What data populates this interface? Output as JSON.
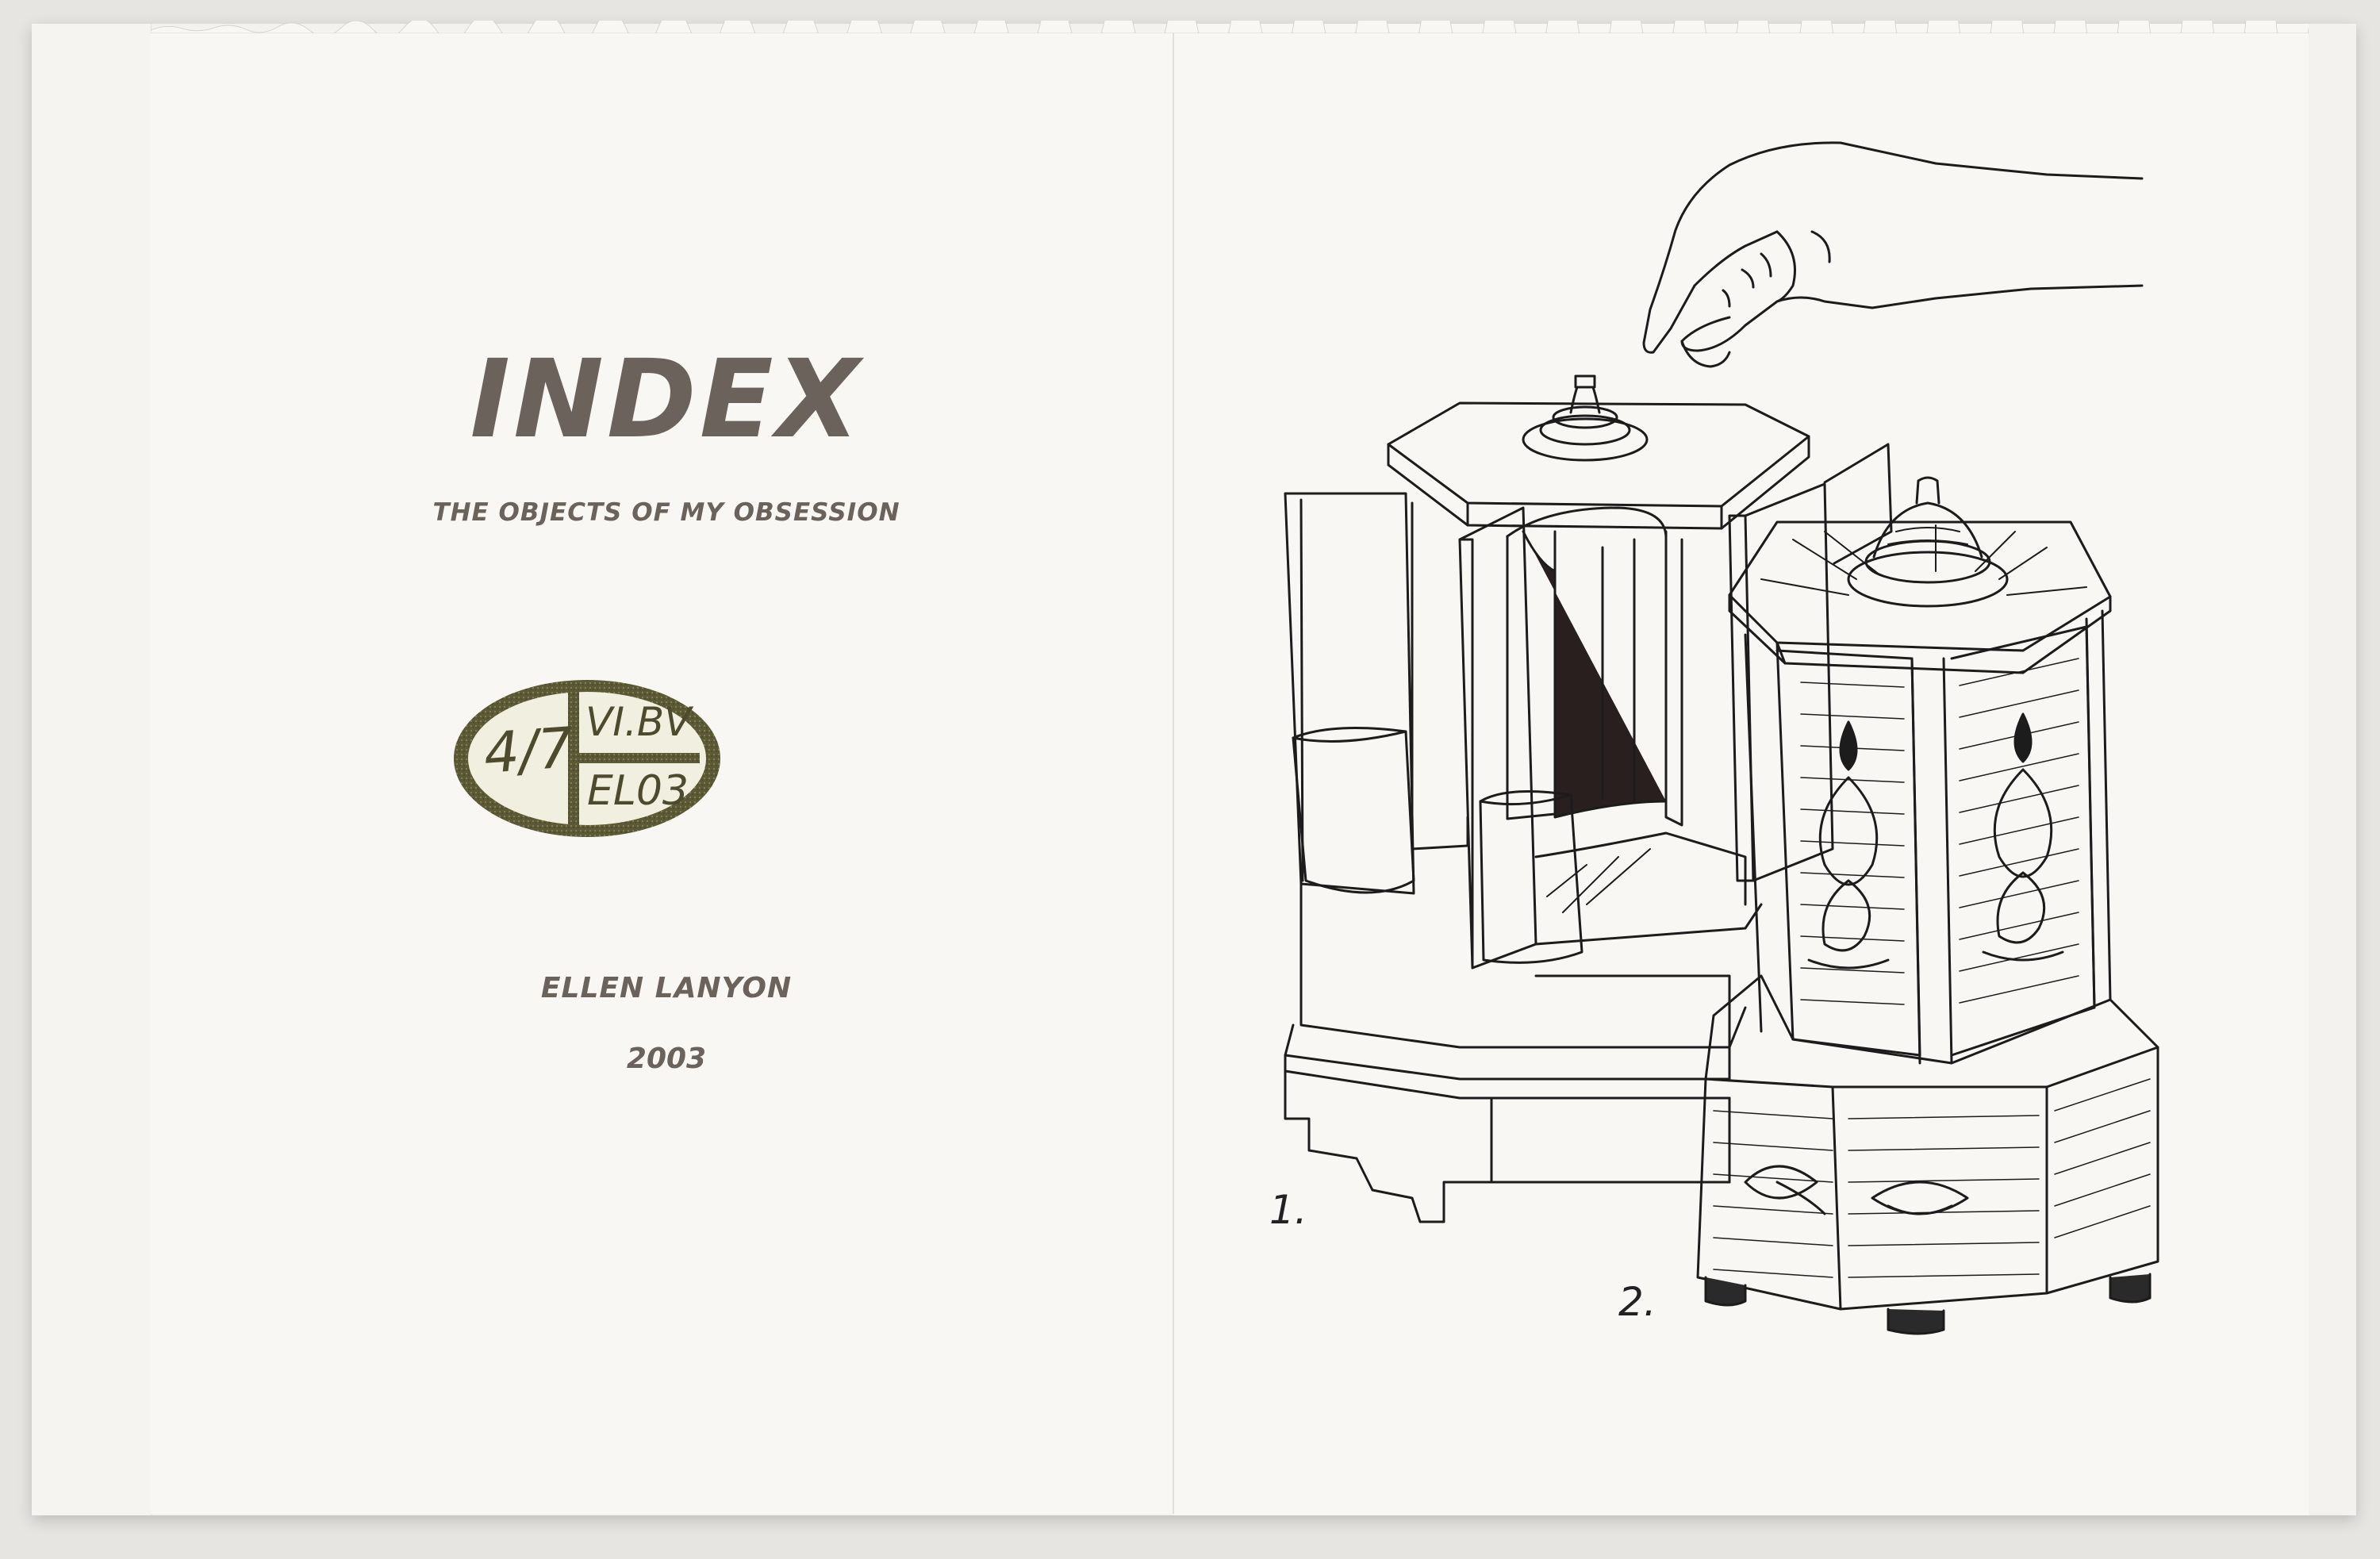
{
  "book": {
    "title": "INDEX",
    "subtitle": "THE OBJECTS OF MY OBSESSION",
    "author": "ELLEN LANYON",
    "year": "2003"
  },
  "edition_stamp": {
    "number": "4/7",
    "line1": "VI.BV",
    "line2": "EL03"
  },
  "figures": {
    "label1": "1.",
    "label2": "2."
  },
  "colors": {
    "title_ink": "#6c625c",
    "stamp_ink": "#4d4a2e",
    "paper": "#f8f7f3",
    "line_ink": "#1c1c1c"
  }
}
